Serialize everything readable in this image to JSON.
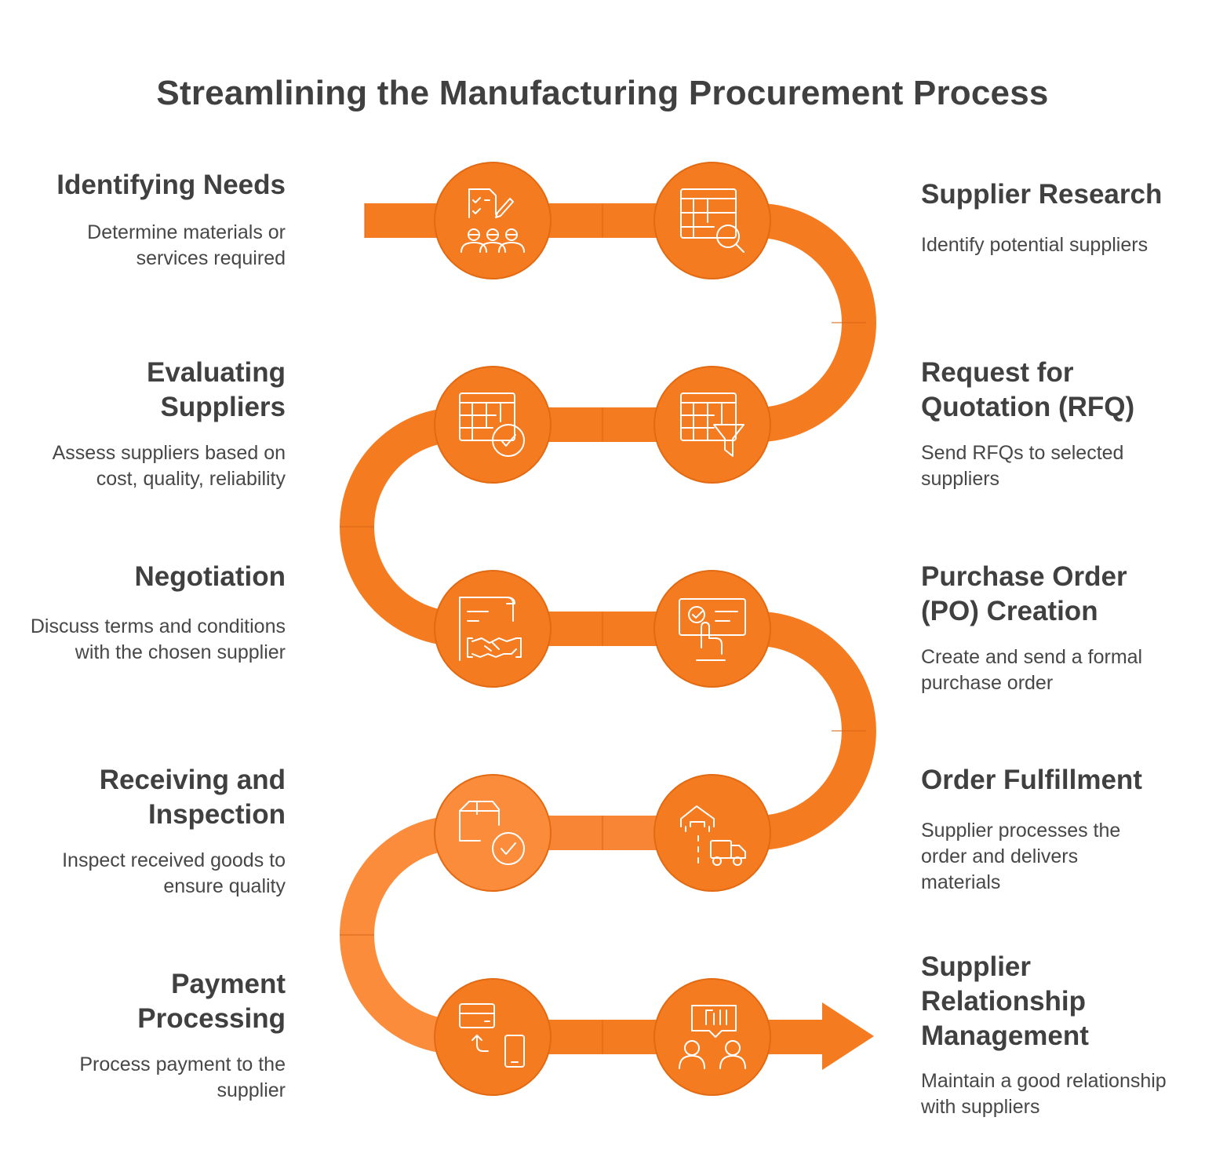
{
  "title": "Streamlining the Manufacturing Procurement Process",
  "steps": [
    {
      "title": "Identifying Needs",
      "description": "Determine materials or services required",
      "icon": "checklist-team-icon"
    },
    {
      "title": "Supplier Research",
      "description": "Identify potential suppliers",
      "icon": "table-search-icon"
    },
    {
      "title": "Request for Quotation (RFQ)",
      "description": "Send RFQs to selected suppliers",
      "icon": "table-filter-icon"
    },
    {
      "title": "Evaluating Suppliers",
      "description": "Assess suppliers based on cost, quality, reliability",
      "icon": "table-check-icon"
    },
    {
      "title": "Negotiation",
      "description": "Discuss terms and conditions with the chosen supplier",
      "icon": "contract-handshake-icon"
    },
    {
      "title": "Purchase Order (PO) Creation",
      "description": "Create and send a formal purchase order",
      "icon": "touch-order-icon"
    },
    {
      "title": "Order Fulfillment",
      "description": "Supplier processes the order and delivers materials",
      "icon": "warehouse-truck-icon"
    },
    {
      "title": "Receiving and Inspection",
      "description": "Inspect received goods to ensure quality",
      "icon": "box-check-icon"
    },
    {
      "title": "Payment Processing",
      "description": "Process payment to the supplier",
      "icon": "card-phone-payment-icon"
    },
    {
      "title": "Supplier Relationship Management",
      "description": "Maintain a good relationship with suppliers",
      "icon": "people-chat-icon"
    }
  ],
  "colors": {
    "path": "#f47b20",
    "path_light": "#fa8c3c",
    "circle": "#f47b20",
    "text": "#404040"
  }
}
